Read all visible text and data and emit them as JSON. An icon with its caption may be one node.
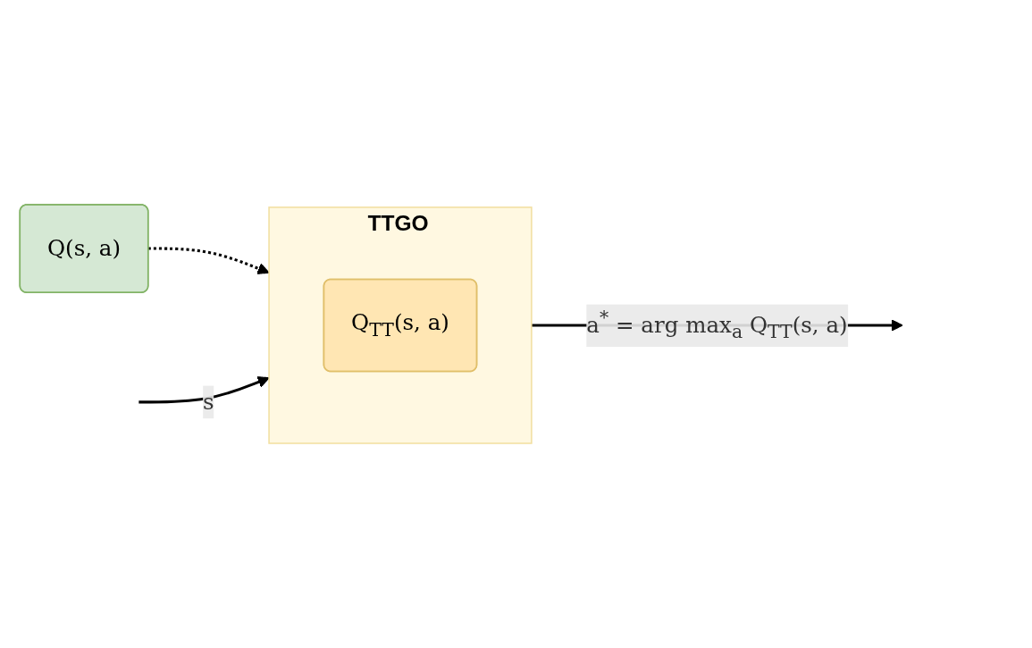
{
  "diagram": {
    "nodes": [
      {
        "text": [
          "Q(s, a)"
        ]
      },
      {
        "text": [
          "TTGO"
        ]
      },
      {
        "text": [
          "Q$_{TT}$(s, a)"
        ],
        "in": 1
      }
    ],
    "edges": [
      {
        "from": 0,
        "to": 1,
        "arrow": "to",
        "style": "dashed"
      },
      {
        "from": null,
        "to": 1,
        "arrow": "to",
        "label": "s"
      },
      {
        "from": 1,
        "to": null,
        "arrow": "to",
        "label": "a$^{*}$ = arg max$_{a}$ Q$_{TT}$(s, a)"
      }
    ]
  }
}
